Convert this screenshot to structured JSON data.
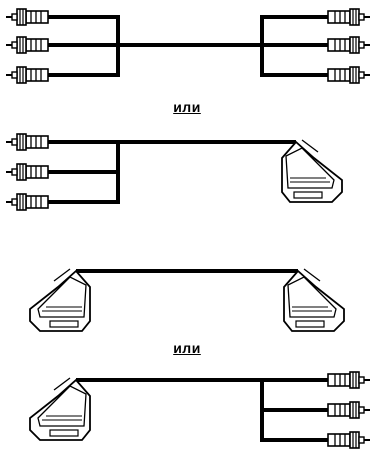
{
  "separators": {
    "first": "или",
    "second": "или"
  },
  "panels": [
    {
      "left": "rca-3",
      "right": "rca-3"
    },
    {
      "left": "rca-3",
      "right": "scart"
    },
    {
      "left": "scart",
      "right": "scart"
    },
    {
      "left": "scart",
      "right": "rca-3"
    }
  ],
  "colors": {
    "cable": "#000000",
    "outline": "#000000",
    "background": "#ffffff"
  },
  "icons": [
    "rca-plug-icon",
    "scart-plug-icon"
  ]
}
